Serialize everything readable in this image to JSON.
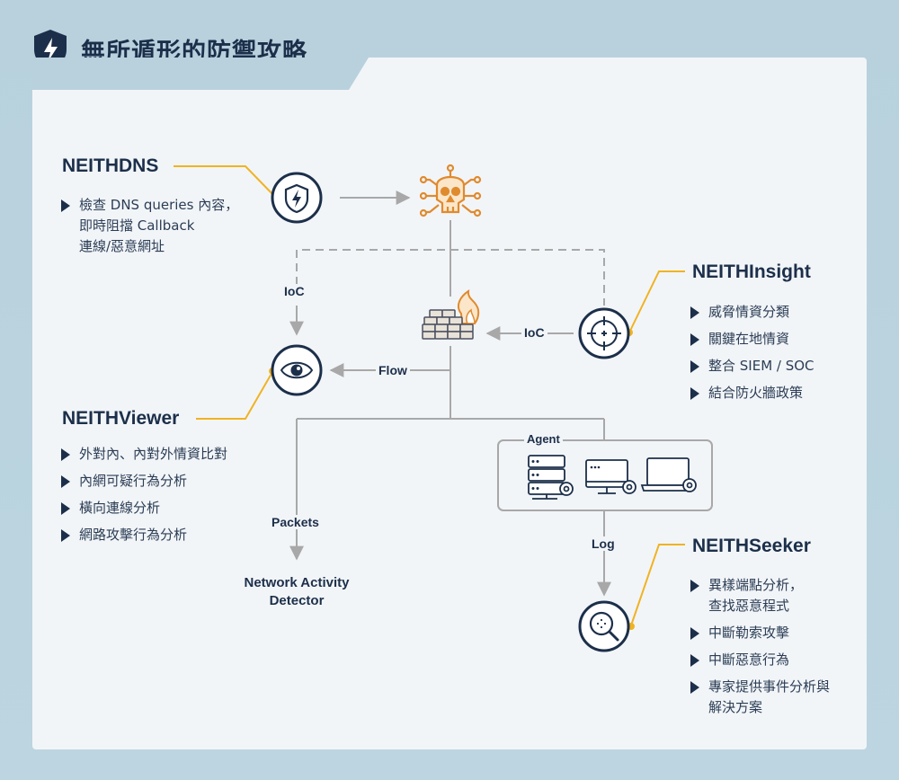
{
  "title": "無所遁形的防禦攻略",
  "products": {
    "dns": {
      "name": "NEITHDNS",
      "bullets": [
        {
          "lines": [
            "檢查 DNS queries 內容，",
            "即時阻擋 Callback",
            "連線/惡意網址"
          ]
        }
      ]
    },
    "insight": {
      "name": "NEITHInsight",
      "bullets": [
        {
          "lines": [
            "威脅情資分類"
          ]
        },
        {
          "lines": [
            "關鍵在地情資"
          ]
        },
        {
          "lines": [
            "整合 SIEM / SOC"
          ]
        },
        {
          "lines": [
            "結合防火牆政策"
          ]
        }
      ]
    },
    "viewer": {
      "name": "NEITHViewer",
      "bullets": [
        {
          "lines": [
            "外對內、內對外情資比對"
          ]
        },
        {
          "lines": [
            "內網可疑行為分析"
          ]
        },
        {
          "lines": [
            "橫向連線分析"
          ]
        },
        {
          "lines": [
            "網路攻擊行為分析"
          ]
        }
      ]
    },
    "seeker": {
      "name": "NEITHSeeker",
      "bullets": [
        {
          "lines": [
            "異樣端點分析，",
            "查找惡意程式"
          ]
        },
        {
          "lines": [
            "中斷勒索攻擊"
          ]
        },
        {
          "lines": [
            "中斷惡意行為"
          ]
        },
        {
          "lines": [
            "專家提供事件分析與",
            "解決方案"
          ]
        }
      ]
    }
  },
  "flow_labels": {
    "ioc_left": "IoC",
    "ioc_right": "IoC",
    "flow": "Flow",
    "agent": "Agent",
    "packets": "Packets",
    "log": "Log",
    "detector": [
      "Network Activity",
      "Detector"
    ]
  },
  "icons": [
    "lightning-shield-icon",
    "skull-icon",
    "firewall-icon",
    "crosshair-icon",
    "eye-icon",
    "server-icon",
    "desktop-icon",
    "laptop-icon",
    "magnifier-icon"
  ],
  "colors": {
    "navy": "#1c2f4a",
    "accent": "#f0b323",
    "threat": "#e08a2e",
    "line": "#a8a8a8",
    "background": "#b8d1dd"
  }
}
